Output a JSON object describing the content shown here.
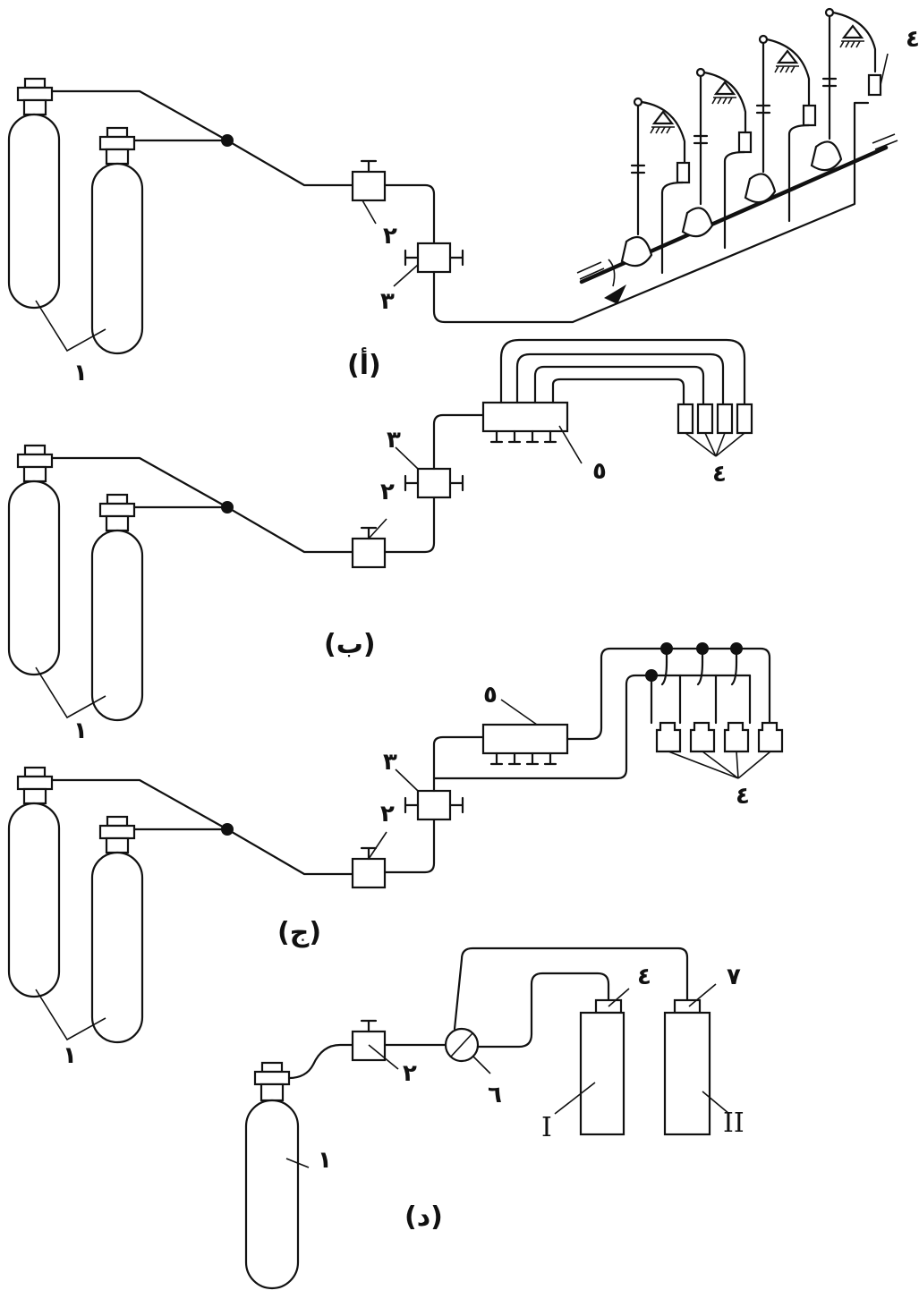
{
  "diagrams": {
    "a": {
      "caption": "(أ)",
      "labels": {
        "cylinders": "١",
        "valve": "٢",
        "tee": "٣",
        "nozzle": "٤"
      }
    },
    "b": {
      "caption": "(ب)",
      "labels": {
        "cylinders": "١",
        "valve": "٢",
        "tee": "٣",
        "nozzles": "٤",
        "distributor": "٥"
      }
    },
    "c": {
      "caption": "(ج)",
      "labels": {
        "cylinders": "١",
        "valve": "٢",
        "tee": "٣",
        "nozzles": "٤",
        "distributor": "٥"
      }
    },
    "d": {
      "caption": "(د)",
      "labels": {
        "cylinder": "١",
        "valve": "٢",
        "nozzle": "٤",
        "mixer": "٦",
        "outlet": "٧",
        "vessel_1": "I",
        "vessel_2": "II"
      }
    }
  }
}
